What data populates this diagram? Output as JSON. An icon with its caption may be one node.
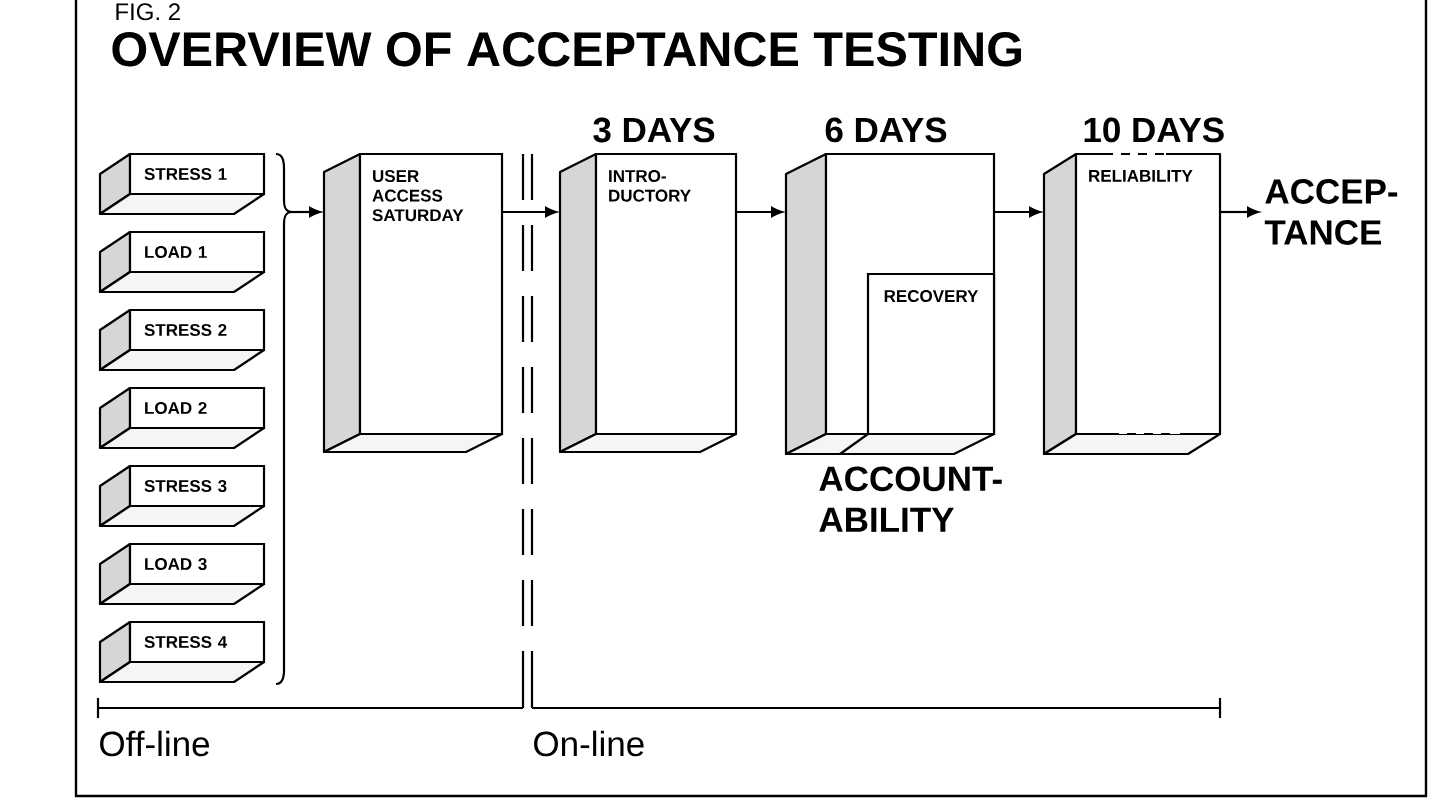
{
  "diagram": {
    "title": "OVERVIEW OF ACCEPTANCE TESTING",
    "nodes": [
      {
        "text": [
          "STRESS 1"
        ]
      },
      {
        "text": [
          "LOAD 1"
        ]
      },
      {
        "text": [
          "STRESS 2"
        ]
      },
      {
        "text": [
          "LOAD 2"
        ]
      },
      {
        "text": [
          "STRESS 3"
        ]
      },
      {
        "text": [
          "LOAD 3"
        ]
      },
      {
        "text": [
          "STRESS 4"
        ]
      },
      {
        "text": [],
        "shape": "brace"
      },
      {
        "text": [
          "USER ACCESS SATURDAY"
        ]
      },
      {
        "text": [
          "INTRO- DUCTORY"
        ],
        "beside": [
          "3 DAYS"
        ]
      },
      {
        "text": [
          "ACCOUNT- ABILITY"
        ],
        "beside": [
          "6 DAYS"
        ]
      },
      {
        "text": [
          "RECOVERY"
        ],
        "in": 10
      },
      {
        "text": [
          "RELIABILITY"
        ],
        "beside": [
          "10 DAYS"
        ]
      },
      {
        "text": [
          "ACCEP- TANCE"
        ]
      }
    ],
    "edges": [
      {
        "from": 7,
        "to": 8,
        "arrow": "to"
      },
      {
        "from": 8,
        "to": 9,
        "arrow": "to"
      },
      {
        "from": 9,
        "to": 10,
        "arrow": "to"
      },
      {
        "from": 10,
        "to": 12,
        "arrow": "to"
      },
      {
        "from": 12,
        "to": 13,
        "arrow": "to"
      }
    ],
    "labels": [
      "FIG. 2",
      "Off-line",
      "On-line"
    ]
  }
}
